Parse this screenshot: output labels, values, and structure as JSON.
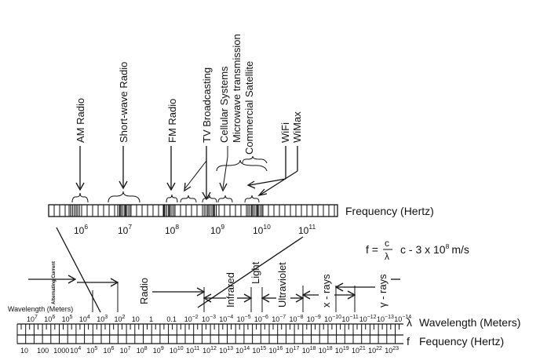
{
  "applications": [
    "AM Radio",
    "Short-wave Radio",
    "FM Radio",
    "TV Broadcasting",
    "Cellular Systems",
    "Microwave transmission",
    "Commercial Satellite",
    "WiFi",
    "WiMax"
  ],
  "top_scale": {
    "label": "Frequency (Hertz)",
    "ticks": [
      {
        "base": "10",
        "exp": "6"
      },
      {
        "base": "10",
        "exp": "7"
      },
      {
        "base": "10",
        "exp": "8"
      },
      {
        "base": "10",
        "exp": "9"
      },
      {
        "base": "10",
        "exp": "10"
      },
      {
        "base": "10",
        "exp": "11"
      }
    ]
  },
  "formula": {
    "lhs": "f =",
    "numerator": "c",
    "denominator": "λ",
    "rhs": "c - 3 x 10",
    "rhs_exp": "8",
    "unit": "m/s"
  },
  "bands": [
    "Radio",
    "Infrared",
    "Light",
    "Ultraviolet",
    "x - rays",
    "γ - rays"
  ],
  "alternating_current": "Alternating Current",
  "wavelength_left_label": "Wavelength (Meters)",
  "wavelength_ticks": [
    {
      "base": "10",
      "exp": "7"
    },
    {
      "base": "10",
      "exp": "6"
    },
    {
      "base": "10",
      "exp": "5"
    },
    {
      "base": "10",
      "exp": "4"
    },
    {
      "base": "10",
      "exp": "3"
    },
    {
      "base": "10",
      "exp": "2"
    },
    {
      "base": "10",
      "exp": ""
    },
    {
      "base": "1",
      "exp": ""
    },
    {
      "base": "0.1",
      "exp": ""
    },
    {
      "base": "10",
      "exp": "−2"
    },
    {
      "base": "10",
      "exp": "−3"
    },
    {
      "base": "10",
      "exp": "−4"
    },
    {
      "base": "10",
      "exp": "−5"
    },
    {
      "base": "10",
      "exp": "−6"
    },
    {
      "base": "10",
      "exp": "−7"
    },
    {
      "base": "10",
      "exp": "−8"
    },
    {
      "base": "10",
      "exp": "−9"
    },
    {
      "base": "10",
      "exp": "−10"
    },
    {
      "base": "10",
      "exp": "−11"
    },
    {
      "base": "10",
      "exp": "−12"
    },
    {
      "base": "10",
      "exp": "−13"
    },
    {
      "base": "10",
      "exp": "−14"
    }
  ],
  "frequency_ticks": [
    {
      "base": "10",
      "exp": ""
    },
    {
      "base": "100",
      "exp": ""
    },
    {
      "base": "1000",
      "exp": ""
    },
    {
      "base": "10",
      "exp": "4"
    },
    {
      "base": "10",
      "exp": "5"
    },
    {
      "base": "10",
      "exp": "6"
    },
    {
      "base": "10",
      "exp": "7"
    },
    {
      "base": "10",
      "exp": "8"
    },
    {
      "base": "10",
      "exp": "9"
    },
    {
      "base": "10",
      "exp": "10"
    },
    {
      "base": "10",
      "exp": "11"
    },
    {
      "base": "10",
      "exp": "12"
    },
    {
      "base": "10",
      "exp": "13"
    },
    {
      "base": "10",
      "exp": "14"
    },
    {
      "base": "10",
      "exp": "15"
    },
    {
      "base": "10",
      "exp": "16"
    },
    {
      "base": "10",
      "exp": "17"
    },
    {
      "base": "10",
      "exp": "18"
    },
    {
      "base": "10",
      "exp": "18"
    },
    {
      "base": "10",
      "exp": "19"
    },
    {
      "base": "10",
      "exp": "21"
    },
    {
      "base": "10",
      "exp": "22"
    },
    {
      "base": "10",
      "exp": "23"
    }
  ],
  "bottom_labels": {
    "lambda_symbol": "λ",
    "wavelength": "Wavelength (Meters)",
    "f_symbol": "f",
    "frequency": "Fequency (Hertz)"
  }
}
